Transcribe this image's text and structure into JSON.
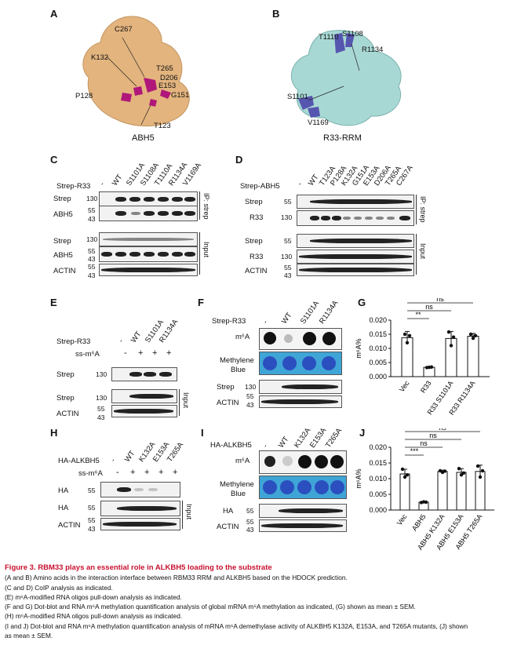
{
  "panels": {
    "A": {
      "label": "A",
      "title": "ABH5",
      "residues": [
        "C267",
        "K132",
        "T265",
        "D206",
        "E153",
        "G151",
        "P128",
        "T123"
      ]
    },
    "B": {
      "label": "B",
      "title": "R33-RRM",
      "residues": [
        "T1110",
        "S1108",
        "R1134",
        "S1101",
        "V1169"
      ]
    },
    "C": {
      "label": "C",
      "construct": "Strep-R33",
      "lanes": [
        "-",
        "WT",
        "S1101A",
        "S1108A",
        "T1110A",
        "R1134A",
        "V1169A"
      ],
      "rows": [
        "Strep",
        "ABH5",
        "Strep",
        "ABH5",
        "ACTIN"
      ],
      "mw": [
        "130",
        "55",
        "43",
        "130",
        "55",
        "43",
        "55",
        "43"
      ],
      "ip": "IP: strep",
      "input": "Input"
    },
    "D": {
      "label": "D",
      "construct": "Strep-ABH5",
      "lanes": [
        "-",
        "WT",
        "T123A",
        "P128A",
        "K132A",
        "G151A",
        "E153A",
        "D206A",
        "T265A",
        "C267A"
      ],
      "rows": [
        "Strep",
        "R33",
        "Strep",
        "R33",
        "ACTIN"
      ],
      "mw": [
        "55",
        "130",
        "55",
        "130",
        "55",
        "43"
      ],
      "ip": "IP: strep",
      "input": "Input"
    },
    "E": {
      "label": "E",
      "construct": "Strep-R33",
      "lanes": [
        "-",
        "WT",
        "S1101A",
        "R1134A"
      ],
      "ss": "ss-m⁶A",
      "ss_signs": [
        "-",
        "+",
        "+",
        "+"
      ],
      "rows": [
        "Strep",
        "Strep",
        "ACTIN"
      ],
      "mw": [
        "130",
        "130",
        "55",
        "43"
      ],
      "input": "Input"
    },
    "F": {
      "label": "F",
      "construct": "Strep-R33",
      "lanes": [
        "-",
        "WT",
        "S1101A",
        "R1134A"
      ],
      "rows": [
        "m⁶A",
        "Methylene",
        "Blue",
        "Strep",
        "ACTIN"
      ],
      "mw": [
        "130",
        "55",
        "43"
      ]
    },
    "G": {
      "label": "G",
      "ylabel": "m⁶A%",
      "yticks": [
        "0.020",
        "0.015",
        "0.010",
        "0.005",
        "0.000"
      ],
      "sig": [
        "ns",
        "ns",
        "**"
      ]
    },
    "H": {
      "label": "H",
      "construct": "HA-ALKBH5",
      "lanes": [
        "-",
        "WT",
        "K132A",
        "E153A",
        "T265A"
      ],
      "ss": "ss-m⁶A",
      "ss_signs": [
        "-",
        "+",
        "+",
        "+",
        "+"
      ],
      "rows": [
        "HA",
        "HA",
        "ACTIN"
      ],
      "mw": [
        "55",
        "55",
        "55",
        "43"
      ],
      "input": "Input"
    },
    "I": {
      "label": "I",
      "construct": "HA-ALKBH5",
      "lanes": [
        "-",
        "WT",
        "K132A",
        "E153A",
        "T265A"
      ],
      "rows": [
        "m⁶A",
        "Methylene",
        "Blue",
        "HA",
        "ACTIN"
      ],
      "mw": [
        "55",
        "55",
        "43"
      ]
    },
    "J": {
      "label": "J",
      "ylabel": "m⁶A%",
      "yticks": [
        "0.020",
        "0.015",
        "0.010",
        "0.005",
        "0.000"
      ],
      "sig": [
        "ns",
        "ns",
        "ns",
        "***"
      ]
    }
  },
  "chart_data": [
    {
      "type": "bar",
      "panel": "G",
      "categories": [
        "Vec",
        "R33",
        "R33 S1101A",
        "R33 R1134A"
      ],
      "values": [
        0.0138,
        0.0033,
        0.0135,
        0.0143
      ],
      "errors": [
        0.0022,
        0.0002,
        0.0025,
        0.001
      ],
      "points": [
        [
          0.015,
          0.012,
          0.0145
        ],
        [
          0.0032,
          0.0033,
          0.0034
        ],
        [
          0.0158,
          0.011,
          0.014
        ],
        [
          0.015,
          0.0136,
          0.0145
        ]
      ],
      "ylim": [
        0,
        0.02
      ],
      "ylabel": "m⁶A%"
    },
    {
      "type": "bar",
      "panel": "J",
      "categories": [
        "Vec",
        "ABH5",
        "ABH5 K132A",
        "ABH5 E153A",
        "ABH5 T265A"
      ],
      "values": [
        0.0115,
        0.0025,
        0.0123,
        0.012,
        0.0123
      ],
      "errors": [
        0.0015,
        0.0002,
        0.0004,
        0.0012,
        0.002
      ],
      "points": [
        [
          0.013,
          0.0105,
          0.0112
        ],
        [
          0.0024,
          0.0026,
          0.0025
        ],
        [
          0.0125,
          0.012,
          0.0124
        ],
        [
          0.0132,
          0.0112,
          0.0118
        ],
        [
          0.014,
          0.0105,
          0.0125
        ]
      ],
      "ylim": [
        0,
        0.02
      ],
      "ylabel": "m⁶A%"
    }
  ],
  "caption": {
    "title": "Figure 3.  RBM33 plays an essential role in ALKBH5 loading to the substrate",
    "lines": [
      "(A and B) Amino acids in the interaction interface between RBM33 RRM and ALKBH5 based on the HDOCK prediction.",
      "(C and D) CoIP analysis as indicated.",
      "(E) m⁶A-modified RNA oligos pull-down analysis as indicated.",
      "(F and G) Dot-blot and RNA m⁶A methylation quantification analysis of global mRNA m⁶A methylation as indicated, (G) shown as mean ± SEM.",
      "(H) m⁶A-modified RNA oligos pull-down analysis as indicated.",
      "(I and J) Dot-blot and RNA m⁶A methylation quantification analysis of mRNA m⁶A demethylase activity of ALKBH5 K132A, E153A, and T265A mutants, (J) shown",
      "as mean ± SEM."
    ]
  },
  "colors": {
    "protein_a": "#e3b47e",
    "protein_b": "#a8d8d4",
    "highlight_a": "#b0177a",
    "highlight_b": "#5656b0",
    "caption_title": "#c8102e",
    "dot_blue": "#2b4fbf"
  }
}
